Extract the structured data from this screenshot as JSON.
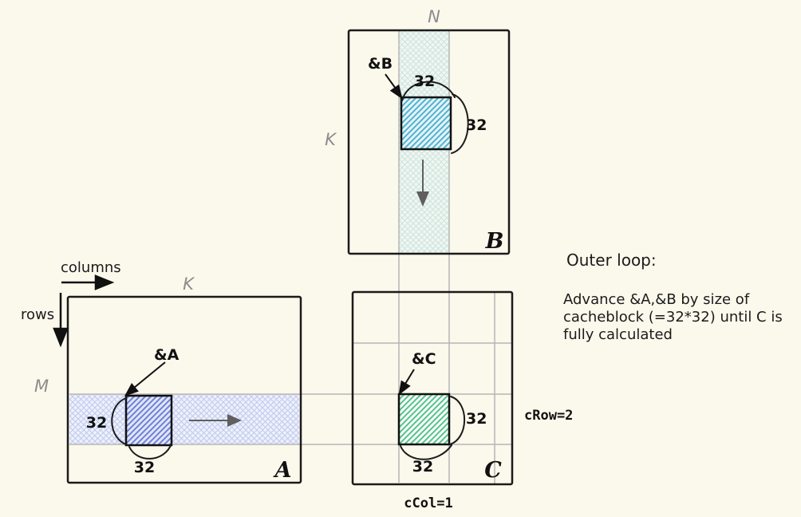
{
  "colors": {
    "background": "#fbf8ec",
    "ink": "#1b1b1b",
    "gray_label": "#8c8c8c",
    "grid_line": "#b6b6b6",
    "motion_arrow": "#5f5f5f",
    "cyan_hatch": "#4fb3d2",
    "cyan_strip_line": "#cde3de",
    "blue_hatch": "#6f80d8",
    "blue_strip_line": "#bfc9ef",
    "green_hatch": "#52c392"
  },
  "axes": {
    "columns_label": "columns",
    "rows_label": "rows"
  },
  "matrix_b": {
    "name": "B",
    "width_dim_label": "N",
    "height_dim_label": "K",
    "pointer_label": "&B",
    "block_width_label": "32",
    "block_height_label": "32"
  },
  "matrix_a": {
    "name": "A",
    "width_dim_label": "K",
    "height_dim_label": "M",
    "pointer_label": "&A",
    "block_width_label": "32",
    "block_height_label": "32"
  },
  "matrix_c": {
    "name": "C",
    "pointer_label": "&C",
    "block_width_label": "32",
    "block_height_label": "32",
    "col_index_label": "cCol=1",
    "row_index_label": "cRow=2"
  },
  "notes": {
    "heading": "Outer loop:",
    "lines": [
      "Advance &A,&B by size of",
      "cacheblock (=32*32) until C is",
      "fully calculated"
    ]
  }
}
